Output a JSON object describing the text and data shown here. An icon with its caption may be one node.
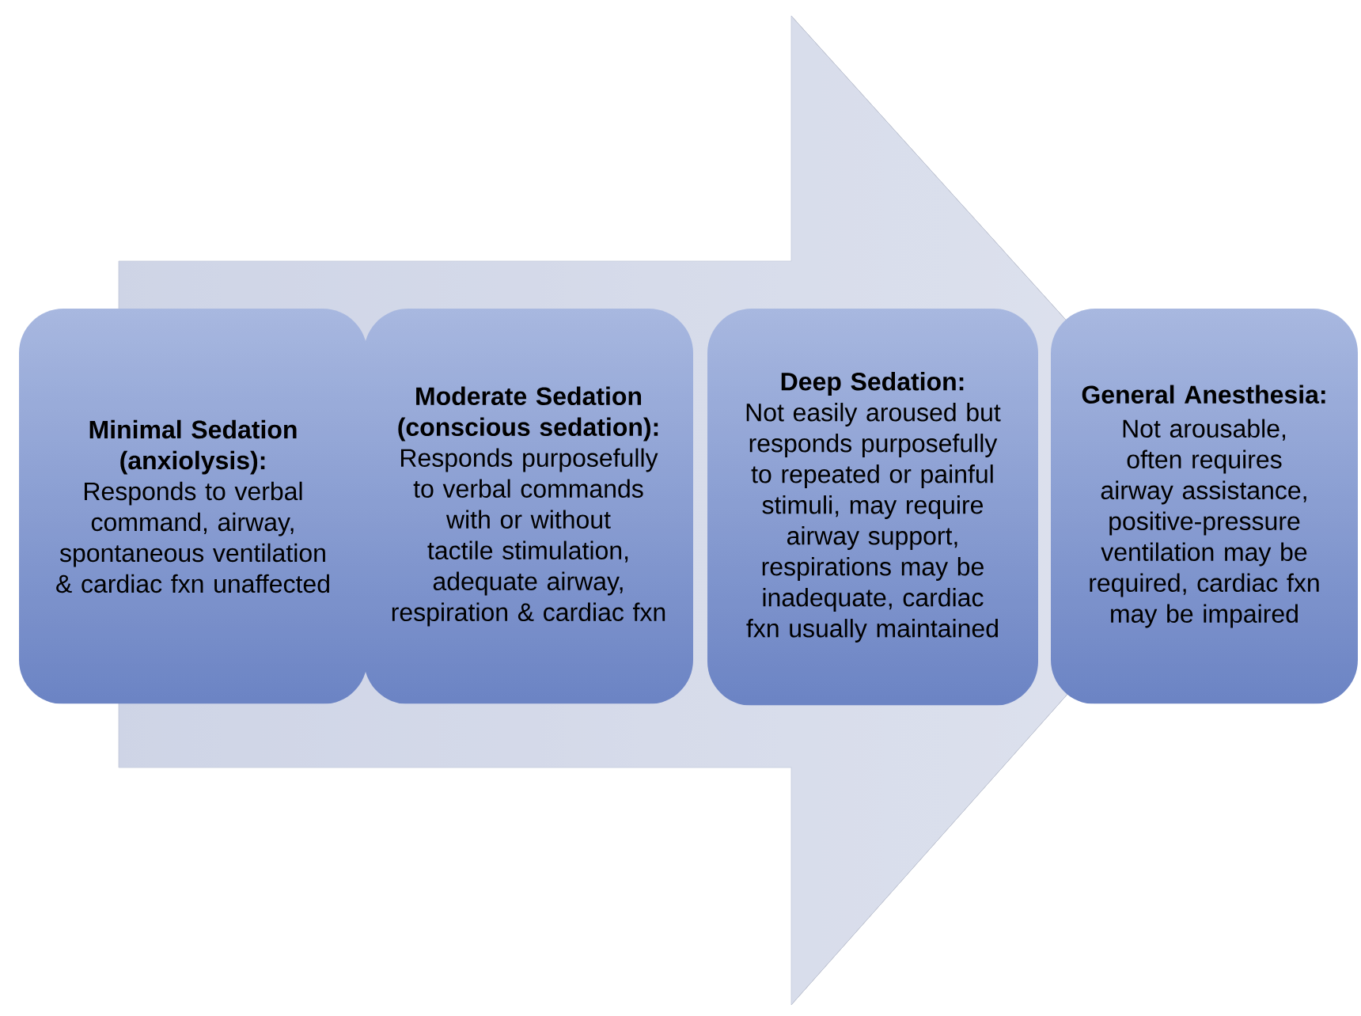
{
  "diagram": {
    "nodes": [
      {
        "text": [
          "Minimal Sedation (anxiolysis):",
          "Responds to verbal command, airway, spontaneous ventilation & cardiac fxn unaffected"
        ]
      },
      {
        "text": [
          "Moderate Sedation (conscious sedation):",
          "Responds purposefully to verbal commands with or without tactile stimulation, adequate airway, respiration & cardiac fxn"
        ]
      },
      {
        "text": [
          "Deep Sedation:",
          "Not easily aroused but responds purposefully to repeated or painful stimuli, may require airway support, respirations may be inadequate, cardiac fxn usually maintained"
        ]
      },
      {
        "text": [
          "General Anesthesia:",
          "Not arousable, often requires airway assistance, positive-pressure ventilation may be required, cardiac fxn may be impaired"
        ]
      }
    ],
    "edges": [
      {
        "from": 0,
        "to": 3,
        "arrow": "to"
      }
    ]
  }
}
